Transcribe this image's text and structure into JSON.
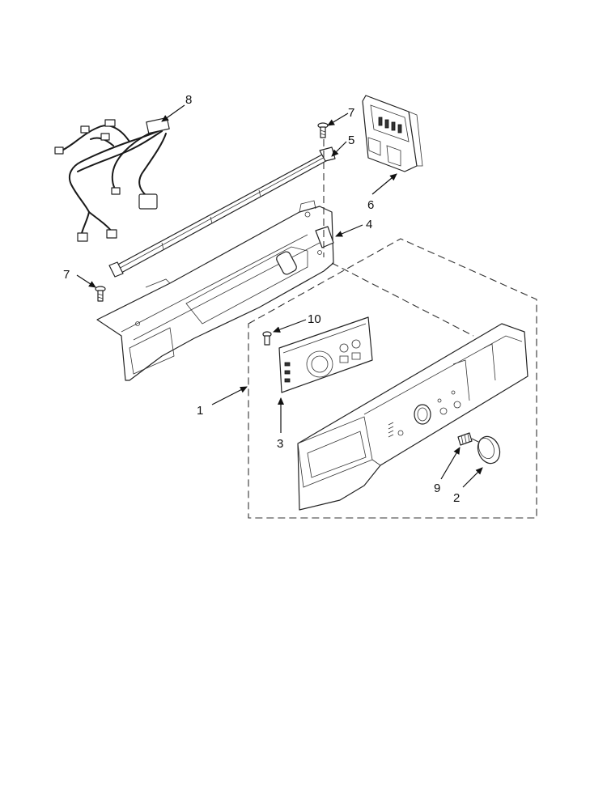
{
  "callouts": {
    "c8": "8",
    "c7a": "7",
    "c5": "5",
    "c6": "6",
    "c4": "4",
    "c7b": "7",
    "c10": "10",
    "c1": "1",
    "c3": "3",
    "c9": "9",
    "c2": "2"
  },
  "colors": {
    "line": "#222222",
    "background": "#ffffff"
  }
}
